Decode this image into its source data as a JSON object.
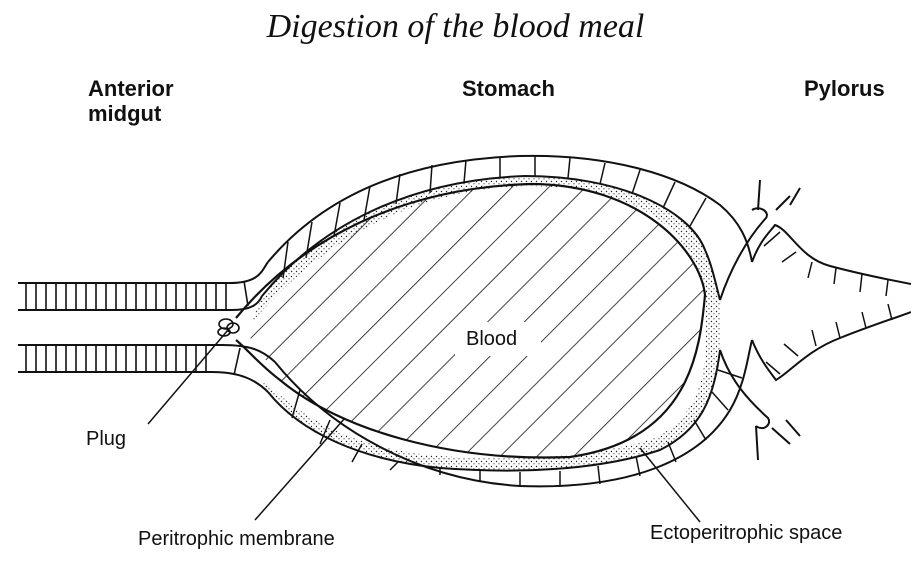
{
  "title": "Digestion of the blood meal",
  "regions": {
    "anterior_midgut": [
      "Anterior",
      "midgut"
    ],
    "stomach": "Stomach",
    "pylorus": "Pylorus"
  },
  "labels": {
    "blood": "Blood",
    "plug": "Plug",
    "peritrophic_membrane": "Peritrophic membrane",
    "ectoperitrophic_space": "Ectoperitrophic space"
  }
}
